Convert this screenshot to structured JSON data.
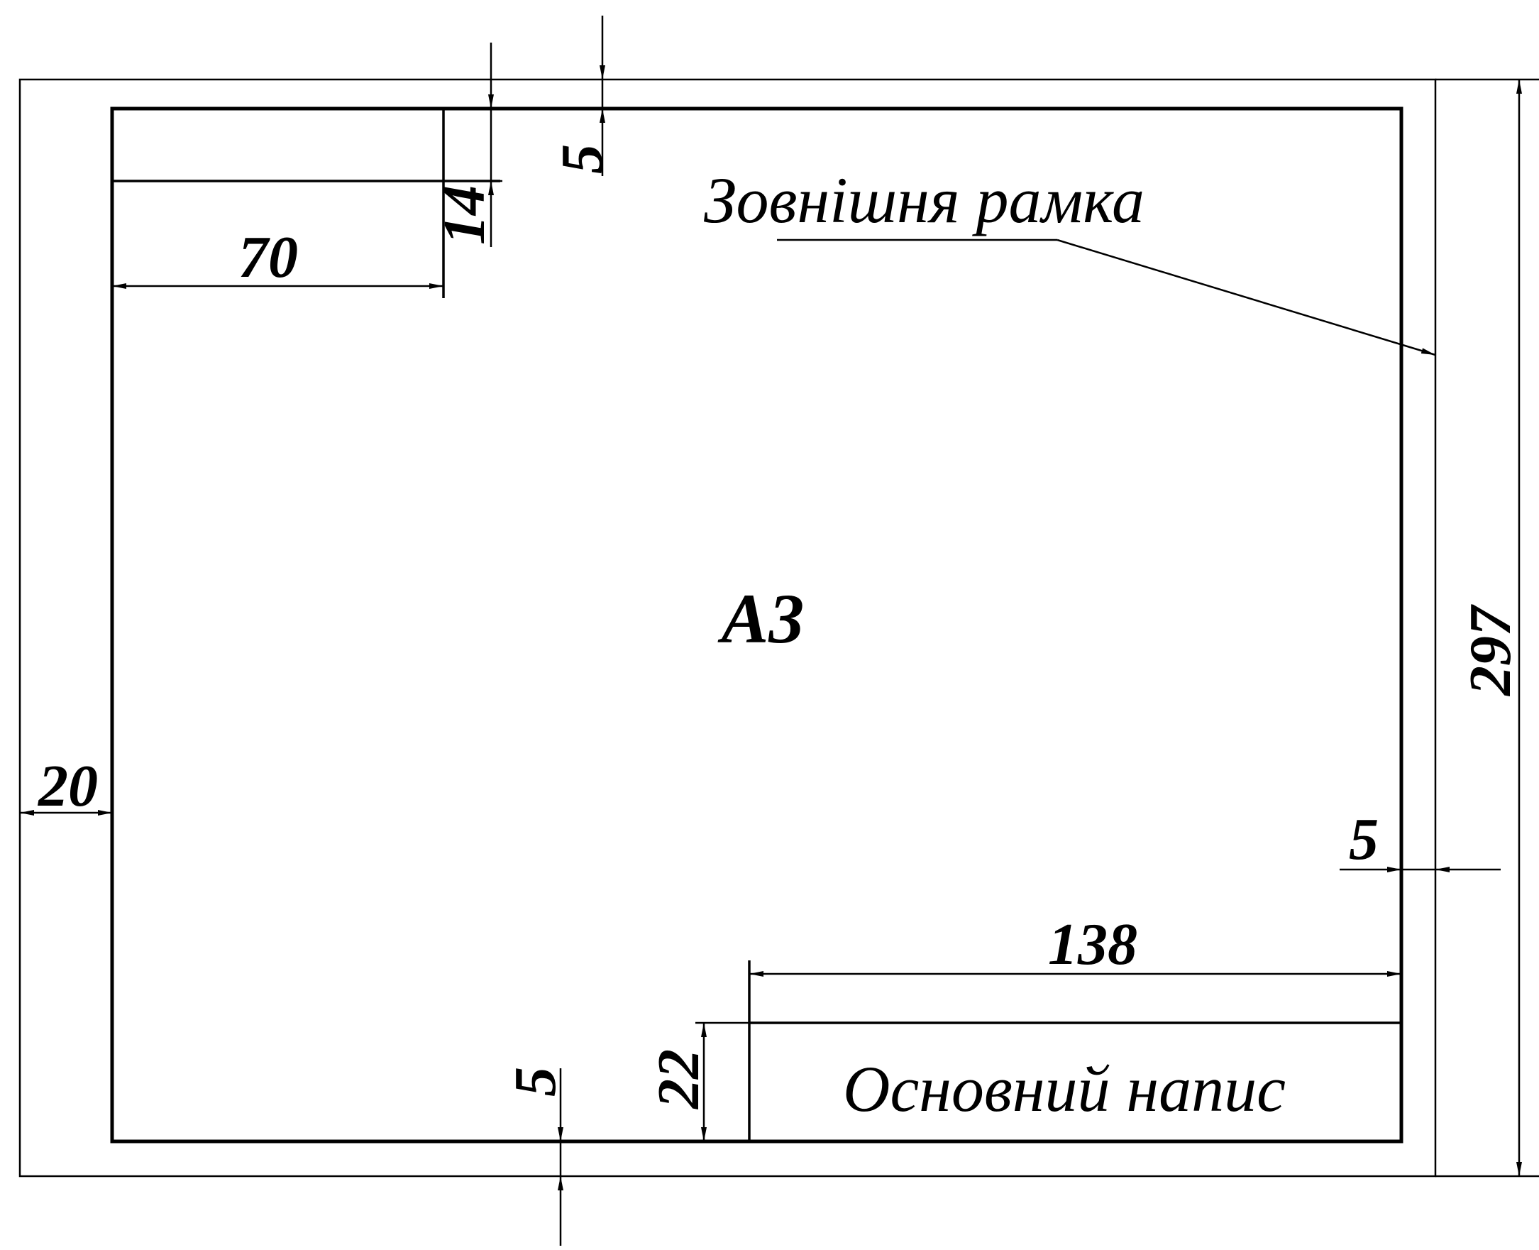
{
  "format_label": "А3",
  "outer_frame_label": "Зовнішня рамка",
  "title_block_label": "Основний напис",
  "dimensions": {
    "left_margin": "20",
    "top_margin": "5",
    "right_margin": "5",
    "bottom_margin": "5",
    "sheet_height": "297",
    "title_block_width": "138",
    "title_block_height": "22",
    "corner_box_width": "70",
    "corner_box_height": "14"
  }
}
